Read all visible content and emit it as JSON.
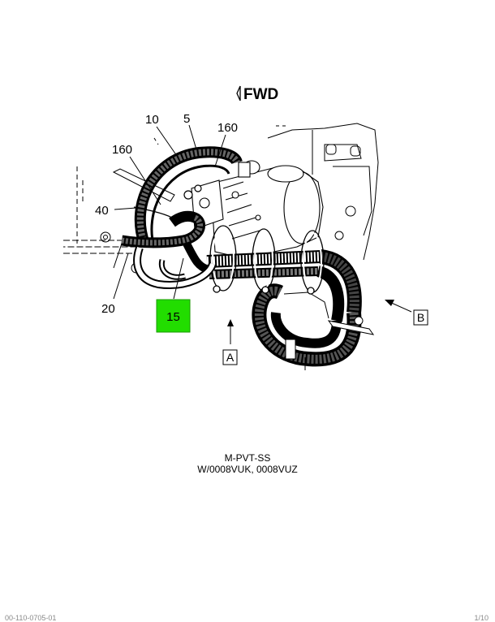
{
  "header": {
    "direction_label": "FWD"
  },
  "callouts": {
    "c10": "10",
    "c5": "5",
    "c160_top": "160",
    "c160_left": "160",
    "c40": "40",
    "c20": "20",
    "c15": "15"
  },
  "views": {
    "a": "A",
    "b": "B"
  },
  "caption": {
    "line1": "M-PVT-SS",
    "line2": "W/0008VUK, 0008VUZ"
  },
  "footer": {
    "left": "00-110-0705-01",
    "right": "1/10"
  },
  "colors": {
    "highlight": "#22dd00",
    "line": "#000000",
    "background": "#ffffff"
  }
}
